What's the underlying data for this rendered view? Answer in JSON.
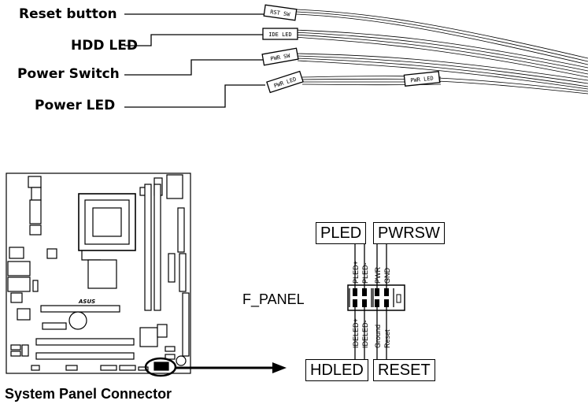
{
  "cable_labels": {
    "reset": "Reset button",
    "hdd": "HDD LED",
    "power_switch": "Power Switch",
    "power_led": "Power LED"
  },
  "plug_labels": {
    "rst": "RST SW",
    "ide": "IDE LED",
    "pwr_sw": "PWR SW",
    "pwr_led": "PWR LED",
    "pwr_led_2": "PWR LED"
  },
  "connector": {
    "name": "F_PANEL",
    "top_groups": [
      "PLED",
      "PWRSW"
    ],
    "bottom_groups": [
      "HDLED",
      "RESET"
    ],
    "top_pins": [
      "PLED+",
      "PLED-",
      "PWR",
      "GND"
    ],
    "bottom_pins": [
      "IDELED+",
      "IDELED-",
      "Ground",
      "Reset"
    ]
  },
  "board_logo": "ASUS",
  "caption": "System Panel Connector"
}
